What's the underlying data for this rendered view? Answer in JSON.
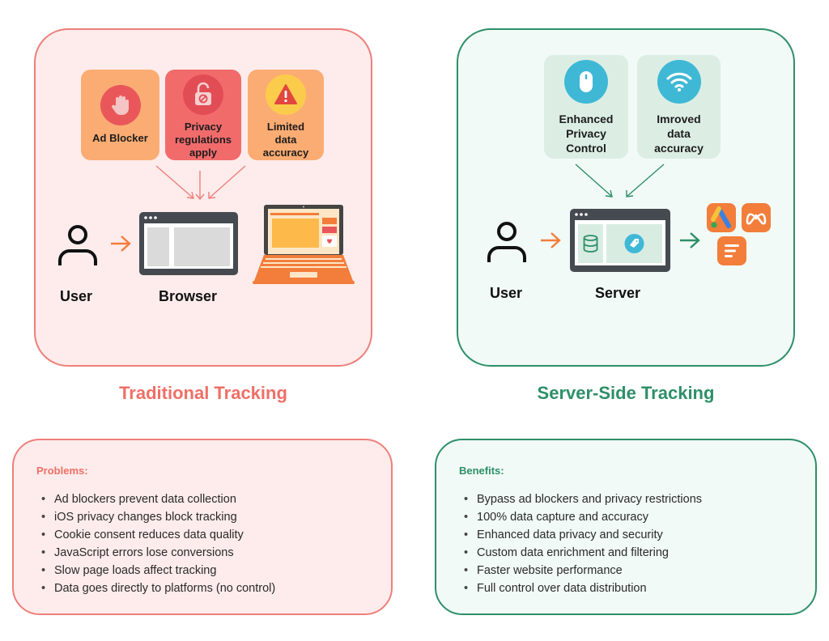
{
  "traditional": {
    "title": "Traditional Tracking",
    "cards": [
      {
        "label": "Ad Blocker",
        "icon": "hand-stop-icon"
      },
      {
        "label": "Privacy regulations apply",
        "icon": "unlock-icon"
      },
      {
        "label": "Limited data accuracy",
        "icon": "warning-icon"
      }
    ],
    "user_label": "User",
    "browser_label": "Browser"
  },
  "server_side": {
    "title": "Server-Side Tracking",
    "cards": [
      {
        "label": "Enhanced Privacy Control",
        "icon": "mouse-icon"
      },
      {
        "label": "Imroved data accuracy",
        "icon": "wifi-icon"
      }
    ],
    "user_label": "User",
    "server_label": "Server",
    "platforms": [
      "google-ads-icon",
      "meta-icon",
      "analytics-icon"
    ]
  },
  "problems": {
    "title": "Problems:",
    "items": [
      "Ad blockers prevent data collection",
      "iOS privacy changes block tracking",
      "Cookie consent reduces data quality",
      "JavaScript errors lose conversions",
      "Slow page loads affect tracking",
      "Data goes directly to platforms (no control)"
    ]
  },
  "benefits": {
    "title": "Benefits:",
    "items": [
      "Bypass ad blockers and privacy restrictions",
      "100% data capture and accuracy",
      "Enhanced data privacy and security",
      "Custom data enrichment and filtering",
      "Faster website performance",
      "Full control over data distribution"
    ]
  },
  "colors": {
    "coral": "#ee7f7a",
    "coral_text": "#ef6f67",
    "green": "#2e8f68",
    "orange": "#f37d3a",
    "card_orange": "#fbac73",
    "card_red": "#f26b6b",
    "card_green": "#dceee4",
    "icon_teal": "#3fb8d6"
  }
}
